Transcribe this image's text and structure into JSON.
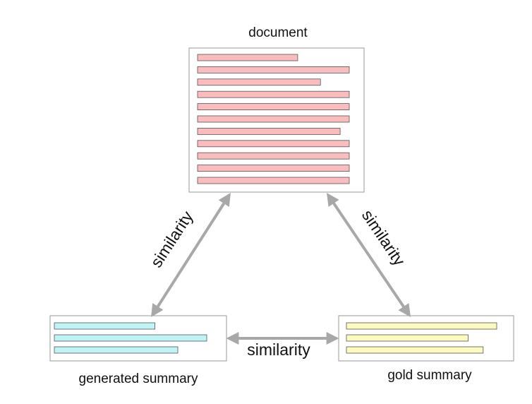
{
  "nodes": {
    "document": {
      "label": "document",
      "line_color": "#fbbcbe",
      "line_fractions": [
        0.66,
        1.0,
        0.81,
        1.0,
        1.0,
        1.0,
        0.94,
        1.0,
        1.0,
        1.0,
        1.0
      ]
    },
    "generated_summary": {
      "label": "generated summary",
      "line_color": "#bff4f6",
      "line_fractions": [
        0.66,
        1.0,
        0.81
      ]
    },
    "gold_summary": {
      "label": "gold summary",
      "line_color": "#fdfabf",
      "line_fractions": [
        1.0,
        0.81,
        0.91
      ]
    }
  },
  "edges": [
    {
      "from": "document",
      "to": "generated_summary",
      "label": "similarity"
    },
    {
      "from": "document",
      "to": "gold_summary",
      "label": "similarity"
    },
    {
      "from": "generated_summary",
      "to": "gold_summary",
      "label": "similarity"
    }
  ],
  "colors": {
    "arrow": "#a8a8a8",
    "box_border": "#9a9a9a",
    "bar_border": "#555555"
  }
}
